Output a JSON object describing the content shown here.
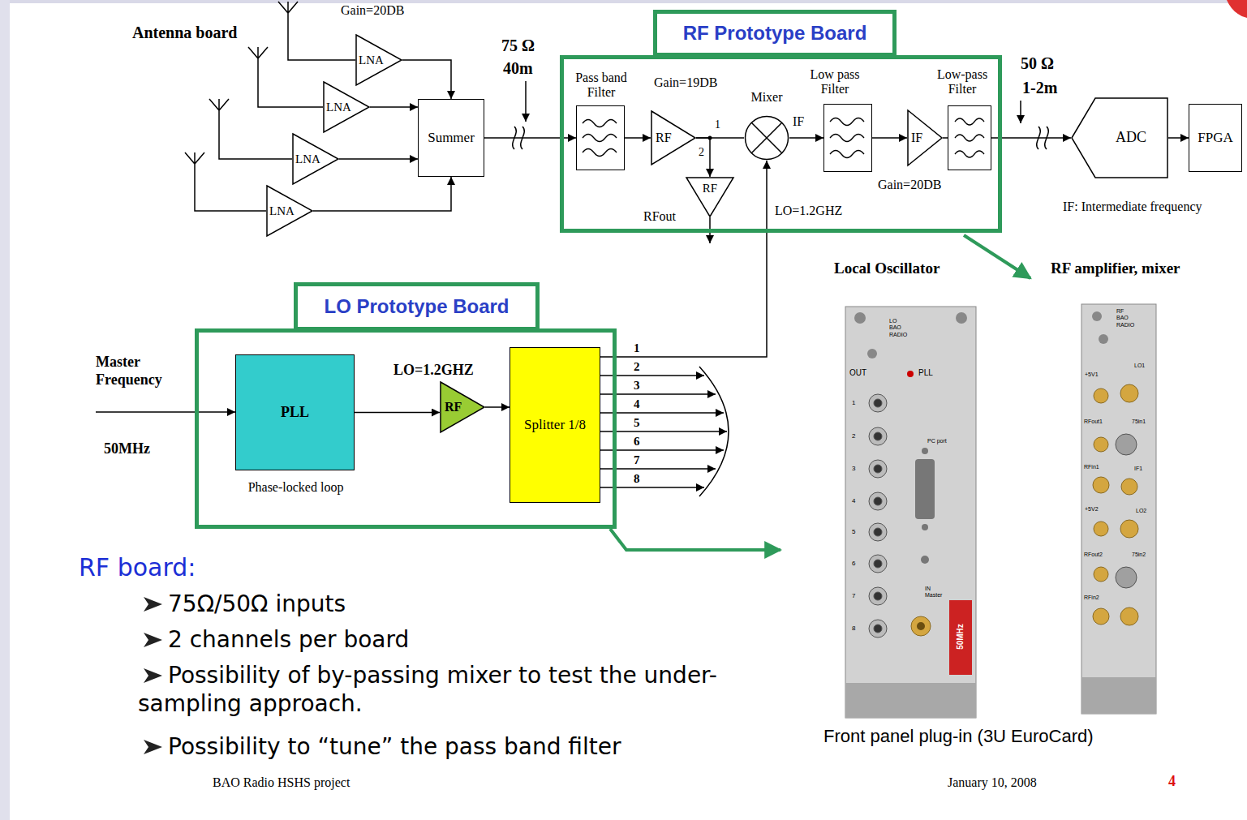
{
  "diagram": {
    "nodes": [
      {
        "text": [
          "LNA"
        ]
      },
      {
        "text": [
          "LNA"
        ]
      },
      {
        "text": [
          "LNA"
        ]
      },
      {
        "text": [
          "LNA"
        ]
      },
      {
        "text": [
          "Summer"
        ]
      },
      {
        "text": [
          "RF Prototype Board"
        ]
      },
      {
        "text": [
          "Pass band Filter"
        ],
        "in": 5
      },
      {
        "text": [
          "RF"
        ],
        "in": 5
      },
      {
        "text": [
          "Mixer"
        ],
        "in": 5
      },
      {
        "text": [
          "RF"
        ],
        "in": 5
      },
      {
        "text": [
          "Low pass Filter"
        ],
        "in": 5
      },
      {
        "text": [
          "IF"
        ],
        "in": 5
      },
      {
        "text": [
          "Low-pass Filter"
        ],
        "in": 5
      },
      {
        "text": [
          "ADC"
        ]
      },
      {
        "text": [
          "FPGA"
        ]
      },
      {
        "text": [
          "LO Prototype Board"
        ]
      },
      {
        "text": [
          "PLL",
          "Phase-locked loop"
        ],
        "in": 15
      },
      {
        "text": [
          "RF"
        ],
        "in": 15
      },
      {
        "text": [
          "Splitter 1/8"
        ],
        "in": 15
      }
    ],
    "edges": [
      {
        "from": 0,
        "to": 4,
        "arrow": "to"
      },
      {
        "from": 1,
        "to": 4,
        "arrow": "to"
      },
      {
        "from": 2,
        "to": 4,
        "arrow": "to"
      },
      {
        "from": 3,
        "to": 4,
        "arrow": "to"
      },
      {
        "from": 4,
        "to": 6,
        "arrow": "to"
      },
      {
        "from": 6,
        "to": 7,
        "arrow": "to"
      },
      {
        "from": 7,
        "to": 8,
        "arrow": "none"
      },
      {
        "from": 7,
        "to": 9,
        "arrow": "to"
      },
      {
        "from": 8,
        "to": 10,
        "arrow": "to"
      },
      {
        "from": 10,
        "to": 11,
        "arrow": "to"
      },
      {
        "from": 11,
        "to": 12,
        "arrow": "none"
      },
      {
        "from": 12,
        "to": 13,
        "arrow": "to"
      },
      {
        "from": 13,
        "to": 14,
        "arrow": "to"
      },
      {
        "from": 16,
        "to": 17,
        "arrow": "to"
      },
      {
        "from": 17,
        "to": 18,
        "arrow": "to"
      },
      {
        "from": 18,
        "to": 8,
        "arrow": "to"
      }
    ],
    "labels": [
      "Antenna board",
      "Gain=20DB",
      "75 Ω",
      "40m",
      "Gain=19DB",
      "1",
      "2",
      "IF",
      "RFout",
      "LO=1.2GHZ",
      "Gain=20DB",
      "50 Ω",
      "1-2m",
      "IF: Intermediate frequency",
      "Master Frequency",
      "50MHz",
      "LO=1.2GHZ",
      "1",
      "2",
      "3",
      "4",
      "5",
      "6",
      "7",
      "8",
      "Local Oscillator",
      "RF amplifier, mixer",
      "LO BAO RADIO",
      "OUT",
      "PLL",
      "1",
      "2",
      "3",
      "4",
      "5",
      "6",
      "7",
      "8",
      "PC port",
      "IN Master",
      "50MHz",
      "RF BAO RADIO",
      "LO1",
      "+5V1",
      "RFout1",
      "75in1",
      "RFin1",
      "IF1",
      "+5V2",
      "LO2",
      "RFout2",
      "75in2",
      "RFin2",
      "Front panel plug-in (3U EuroCard)",
      "RF board:",
      "75Ω/50Ω inputs",
      "2 channels per board",
      "Possibility of by-passing mixer to test the under-sampling approach.",
      "Possibility to “tune” the pass band filter",
      "BAO Radio HSHS project",
      "January 10, 2008",
      "4"
    ]
  }
}
